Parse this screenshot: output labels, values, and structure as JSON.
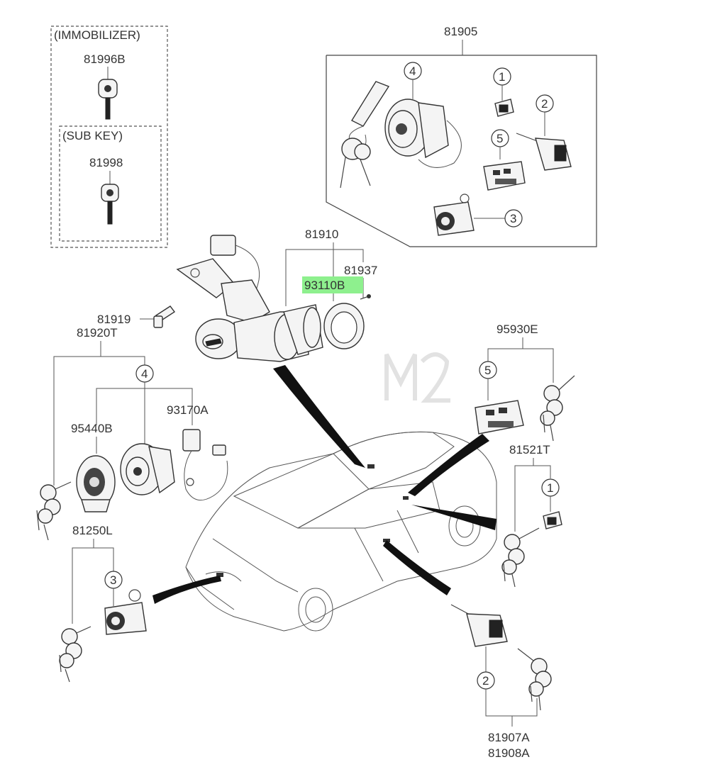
{
  "boxes": {
    "immobilizer": "(IMMOBILIZER)",
    "sub_key": "(SUB KEY)"
  },
  "parts": {
    "p81996B": "81996B",
    "p81998": "81998",
    "p81905": "81905",
    "p81910": "81910",
    "p81937": "81937",
    "p93110B": "93110B",
    "p81919": "81919",
    "p81920T": "81920T",
    "p95440B": "95440B",
    "p93170A": "93170A",
    "p95930E": "95930E",
    "p81521T": "81521T",
    "p81250L": "81250L",
    "p81907A": "81907A",
    "p81908A": "81908A"
  },
  "callouts": {
    "c1": "1",
    "c2": "2",
    "c3": "3",
    "c4": "4",
    "c5": "5"
  },
  "highlight_color": "#8ef08e"
}
